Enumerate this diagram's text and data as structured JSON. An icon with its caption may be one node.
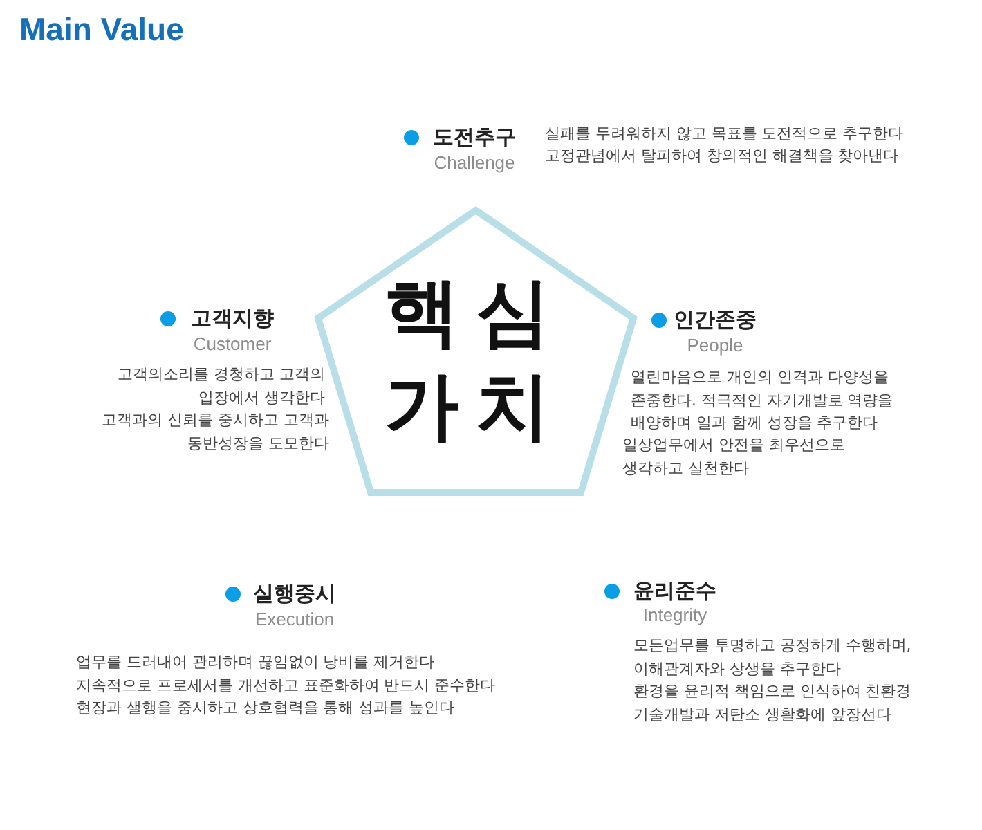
{
  "diagram": {
    "title": "Main Value",
    "nodes": [
      {
        "text": [
          "핵심 가치"
        ]
      }
    ],
    "labels": [
      "도전추구",
      "Challenge",
      "실패를 두려워하지 않고 목표를 도전적으로 추구한다",
      "고정관념에서 탈피하여 창의적인 해결책을 찾아낸다",
      "고객지향",
      "Customer",
      "고객의소리를 경청하고 고객의 입장에서 생각한다",
      "고객과의 신뢰를 중시하고 고객과 동반성장을 도모한다",
      "인간존중",
      "People",
      "열린마음으로 개인의 인격과 다양성을 존중한다. 적극적인 자기개발로 역량을 배양하며 일과 함께 성장을 추구한다",
      "일상업무에서 안전을 최우선으로 생각하고 실천한다",
      "실행중시",
      "Execution",
      "업무를 드러내어 관리하며 끊임없이 낭비를 제거한다",
      "지속적으로 프로세서를 개선하고 표준화하여 반드시 준수한다",
      "현장과 샐행을 중시하고 상호협력을 통해 성과를 높인다",
      "윤리준수",
      "Integrity",
      "모든업무를 투명하고 공정하게 수행하며, 이해관계자와 상생을 추구한다",
      "환경을 윤리적 책임으로 인식하여 친환경 기술개발과 저탄소 생활화에 앞장선다"
    ]
  }
}
